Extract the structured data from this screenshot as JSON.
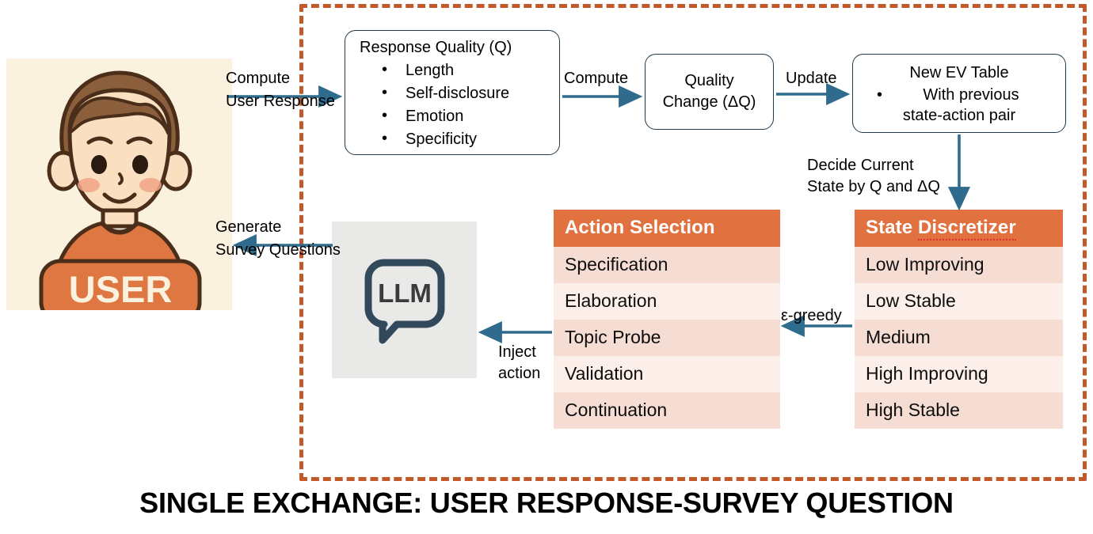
{
  "diagram": {
    "caption": "SINGLE EXCHANGE: USER RESPONSE-SURVEY QUESTION",
    "colors": {
      "dashed_border": "#C05A2B",
      "table_header": "#E1713E",
      "row_dark": "#F6DDD3",
      "row_light": "#FCEEE9",
      "arrow": "#2F6B8C",
      "box_border": "#1F3A4D",
      "user_panel_bg": "#FBF1DF",
      "llm_panel_bg": "#E9E9E7",
      "llm_icon": "#32495B"
    },
    "user": {
      "sign_label": "USER",
      "icon_name": "user-avatar-illustration"
    },
    "llm": {
      "label": "LLM",
      "icon_name": "llm-speech-bubble-icon"
    },
    "boxes": {
      "quality": {
        "title": "Response Quality  (Q)",
        "items": [
          "Length",
          "Self-disclosure",
          "Emotion",
          "Specificity"
        ]
      },
      "quality_change": {
        "line1": "Quality",
        "line2": "Change (ΔQ)"
      },
      "ev_table": {
        "title": "New EV Table",
        "sub_line1": "With previous",
        "sub_line2": "state-action pair"
      }
    },
    "tables": [
      {
        "id": "action-selection",
        "header": "Action Selection",
        "header_misspelled_word": "",
        "rows": [
          "Specification",
          "Elaboration",
          "Topic Probe",
          "Validation",
          "Continuation"
        ]
      },
      {
        "id": "state-discretizer",
        "header_word1": "State",
        "header_word2": "Discretizer",
        "rows": [
          "Low Improving",
          "Low Stable",
          "Medium",
          "High Improving",
          "High Stable"
        ]
      }
    ],
    "arrow_labels": {
      "compute_user_response_l1": "Compute",
      "compute_user_response_l2": "User Response",
      "compute2": "Compute",
      "update": "Update",
      "decide_l1": "Decide Current",
      "decide_l2": "State by Q and ΔQ",
      "generate_l1": "Generate",
      "generate_l2": "Survey Questions",
      "epsilon_greedy": "ε-greedy",
      "inject_l1": "Inject",
      "inject_l2": "action"
    }
  }
}
